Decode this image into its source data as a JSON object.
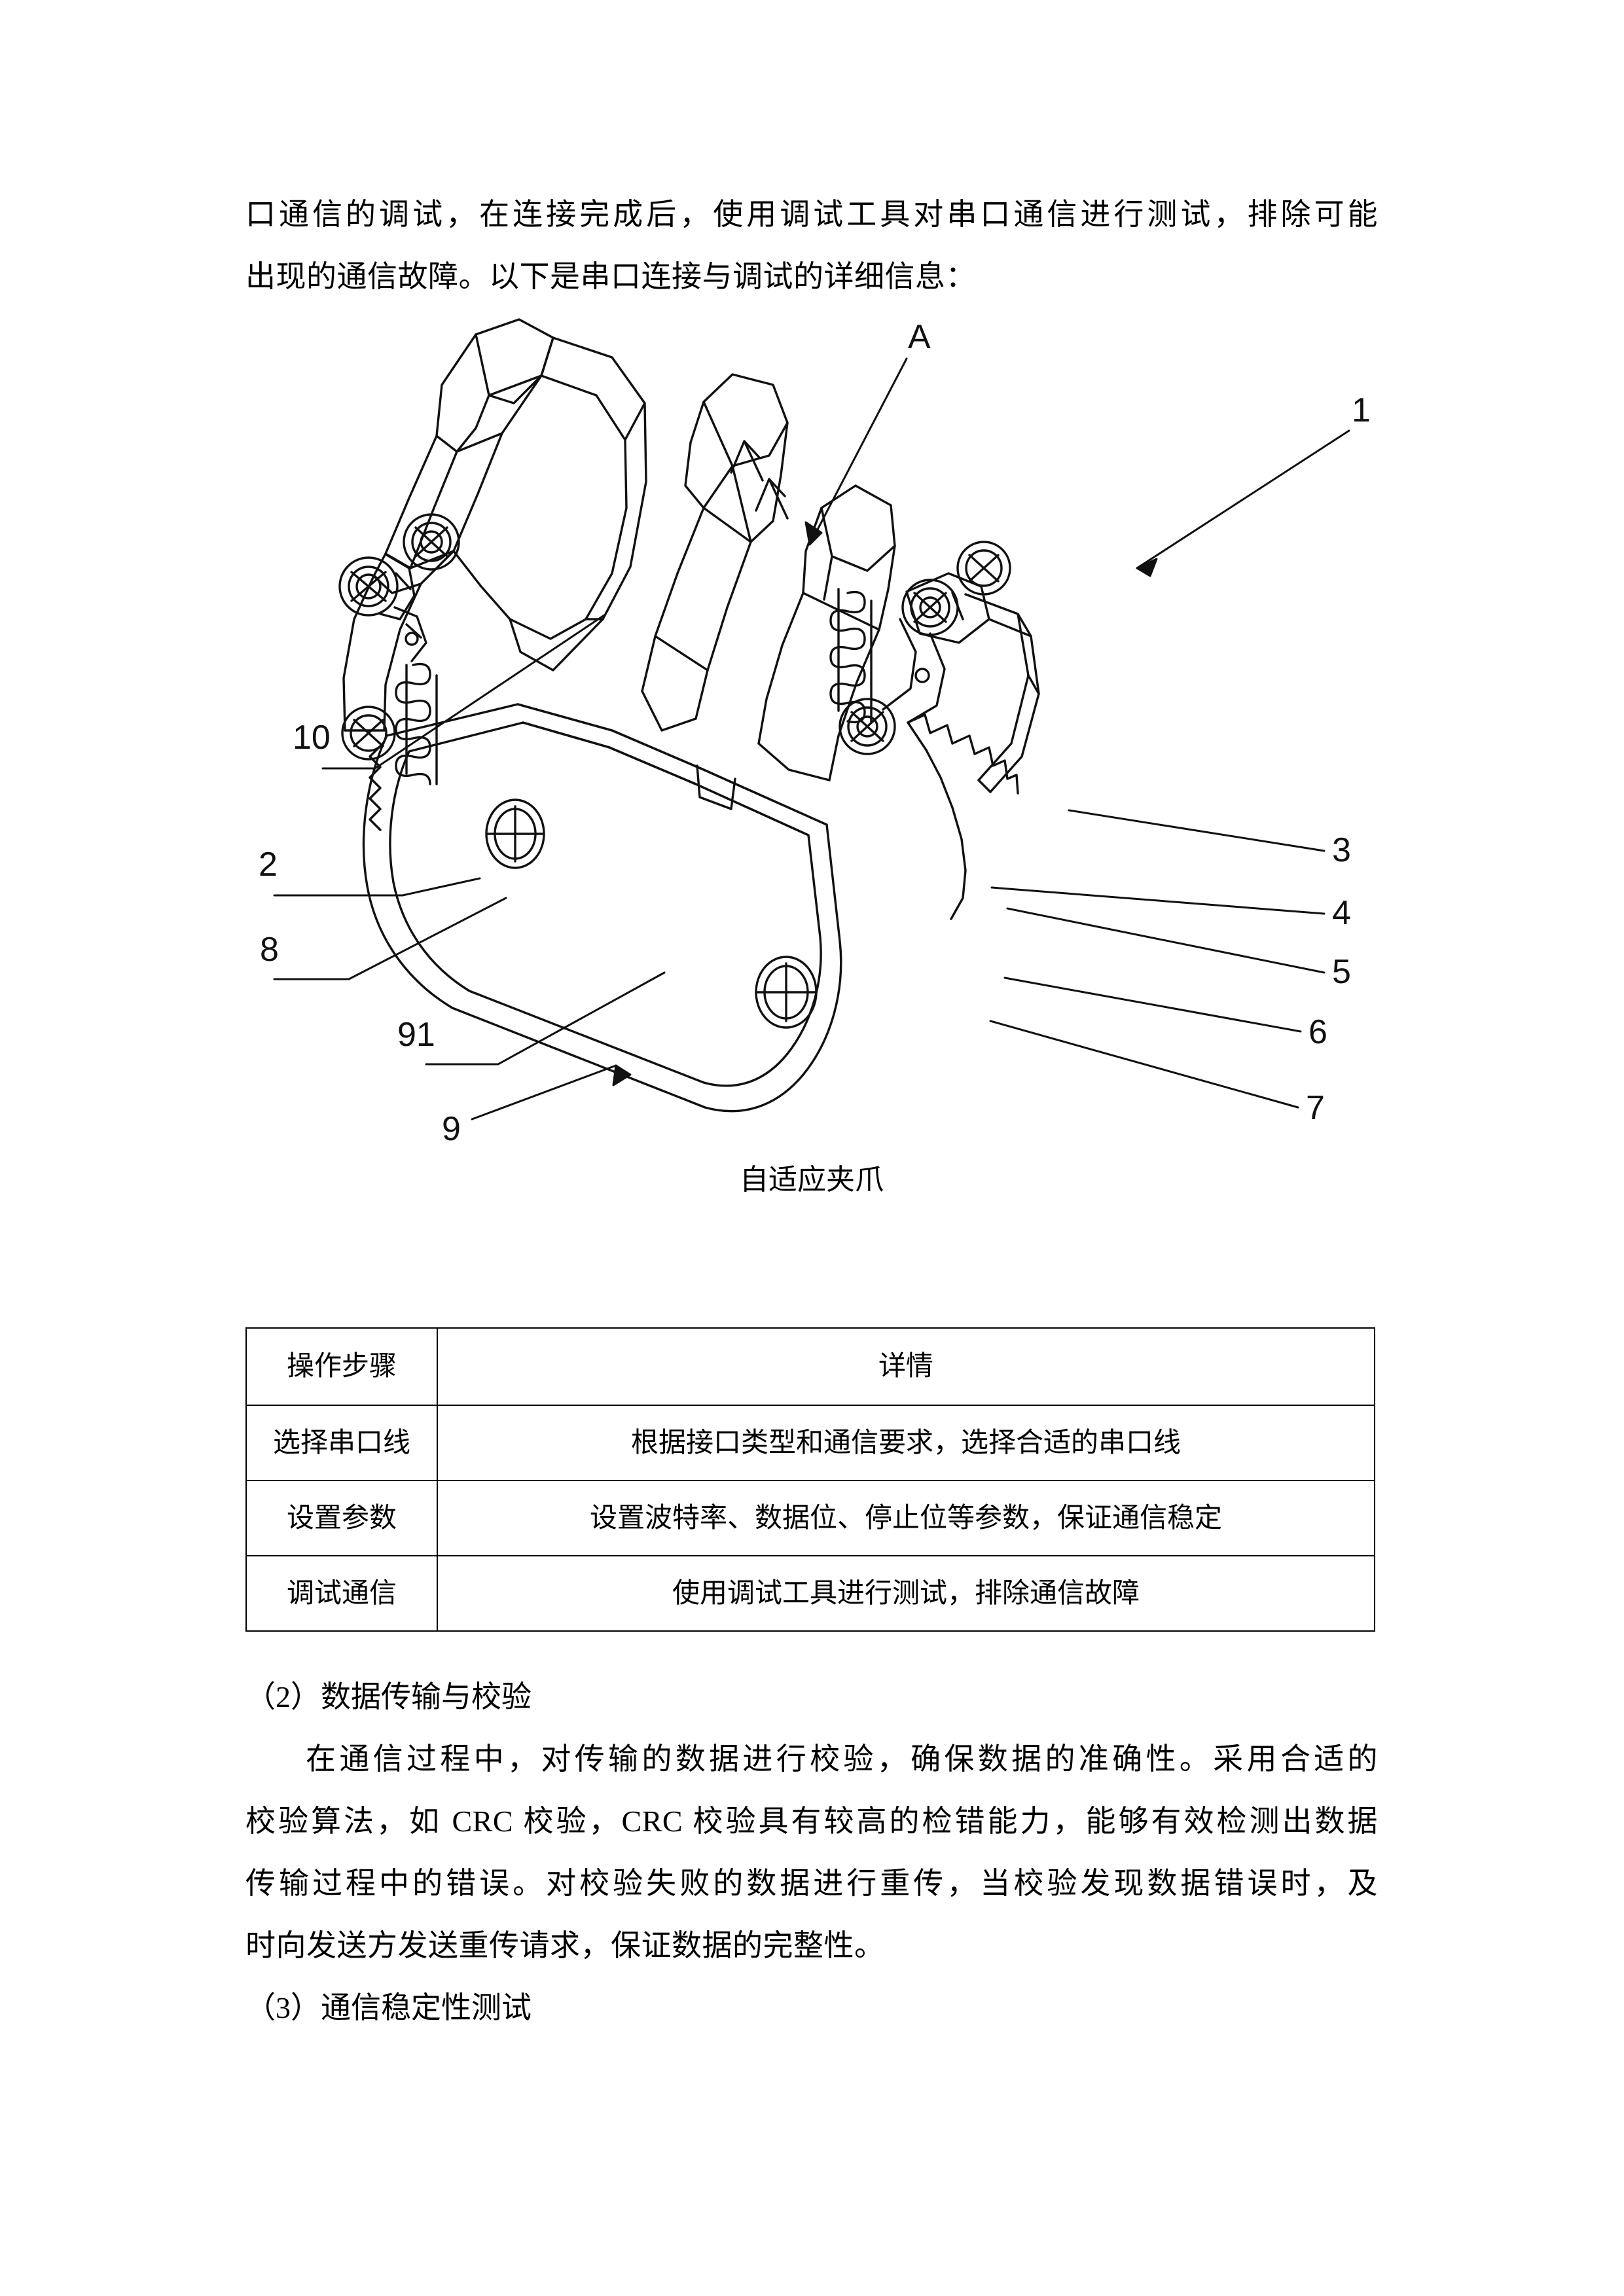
{
  "document": {
    "paragraph_top_line1": "口通信的调试，在连接完成后，使用调试工具对串口通信进行测试，排除可能",
    "paragraph_top_line2": "出现的通信故障。以下是串口连接与调试的详细信息：",
    "section_2_heading": "（2）数据传输与校验",
    "section_2_line1": "在通信过程中，对传输的数据进行校验，确保数据的准确性。采用合适的",
    "section_2_line2": "校验算法，如 CRC 校验，CRC 校验具有较高的检错能力，能够有效检测出数据",
    "section_2_line3": "传输过程中的错误。对校验失败的数据进行重传，当校验发现数据错误时，及",
    "section_2_line4": "时向发送方发送重传请求，保证数据的完整性。",
    "section_3_heading": "（3）通信稳定性测试"
  },
  "figure": {
    "caption": "自适应夹爪",
    "callouts": [
      {
        "id": "A",
        "label": "A"
      },
      {
        "id": "1",
        "label": "1"
      },
      {
        "id": "3",
        "label": "3"
      },
      {
        "id": "4",
        "label": "4"
      },
      {
        "id": "5",
        "label": "5"
      },
      {
        "id": "6",
        "label": "6"
      },
      {
        "id": "7",
        "label": "7"
      },
      {
        "id": "10",
        "label": "10"
      },
      {
        "id": "2",
        "label": "2"
      },
      {
        "id": "8",
        "label": "8"
      },
      {
        "id": "91",
        "label": "91"
      },
      {
        "id": "9",
        "label": "9"
      }
    ],
    "section_marks": [
      "A",
      "A"
    ]
  },
  "table": {
    "columns": [
      "操作步骤",
      "详情"
    ],
    "rows": [
      [
        "选择串口线",
        "根据接口类型和通信要求，选择合适的串口线"
      ],
      [
        "设置参数",
        "设置波特率、数据位、停止位等参数，保证通信稳定"
      ],
      [
        "调试通信",
        "使用调试工具进行测试，排除通信故障"
      ]
    ]
  },
  "colors": {
    "ink": "#000000",
    "page": "#ffffff",
    "line": "#1a1a1a"
  }
}
